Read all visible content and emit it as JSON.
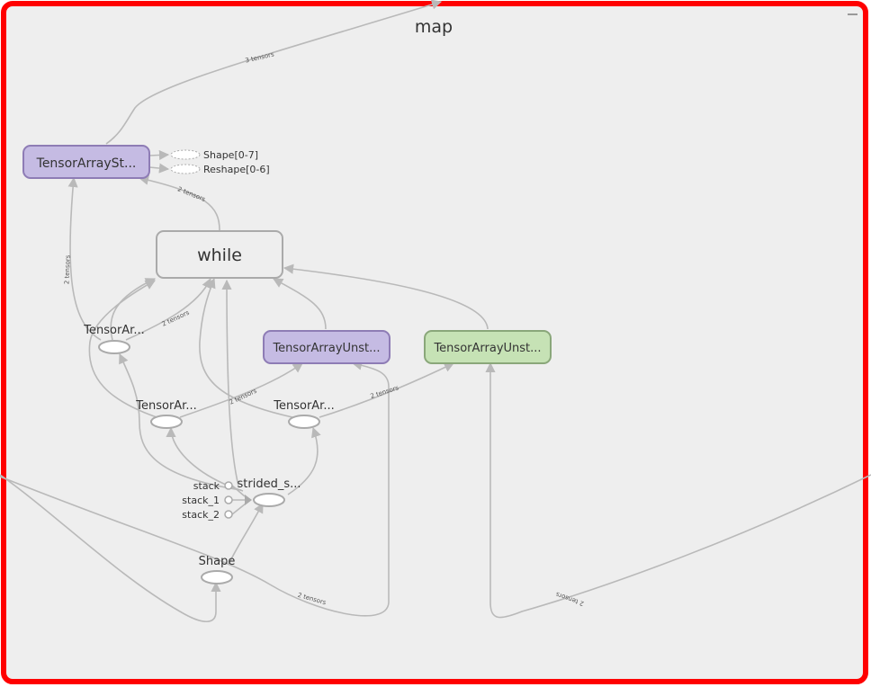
{
  "group": {
    "title": "map",
    "border_color": "#ff0000",
    "background_color": "#eeeeee"
  },
  "nodes": {
    "tensor_array_stack": {
      "label": "TensorArraySt...",
      "fill": "#c5bbe3",
      "stroke": "#8e7cb5"
    },
    "while": {
      "label": "while"
    },
    "tensor_array_unstack_1": {
      "label": "TensorArrayUnst...",
      "fill": "#c5bbe3",
      "stroke": "#8e7cb5"
    },
    "tensor_array_unstack_2": {
      "label": "TensorArrayUnst...",
      "fill": "#c6e2b5",
      "stroke": "#8aa77a"
    },
    "tensor_array_a": {
      "label": "TensorAr..."
    },
    "tensor_array_b": {
      "label": "TensorAr..."
    },
    "tensor_array_c": {
      "label": "TensorAr..."
    },
    "strided_slice": {
      "label": "strided_s..."
    },
    "shape": {
      "label": "Shape"
    },
    "stack": {
      "label": "stack"
    },
    "stack_1": {
      "label": "stack_1"
    },
    "stack_2": {
      "label": "stack_2"
    }
  },
  "outputs": {
    "shape_range": "Shape[0-7]",
    "reshape_range": "Reshape[0-6]"
  },
  "edge_labels": {
    "top_out": "3 tensors",
    "while_to_stack": "2 tensors",
    "left_up": "2 tensors",
    "a_to_while": "2 tensors",
    "strided_to_while": "2 tensors",
    "c_to_unstack": "2 tensors",
    "bottom_mid": "2 tensors",
    "bottom_right": "2 tensors"
  }
}
